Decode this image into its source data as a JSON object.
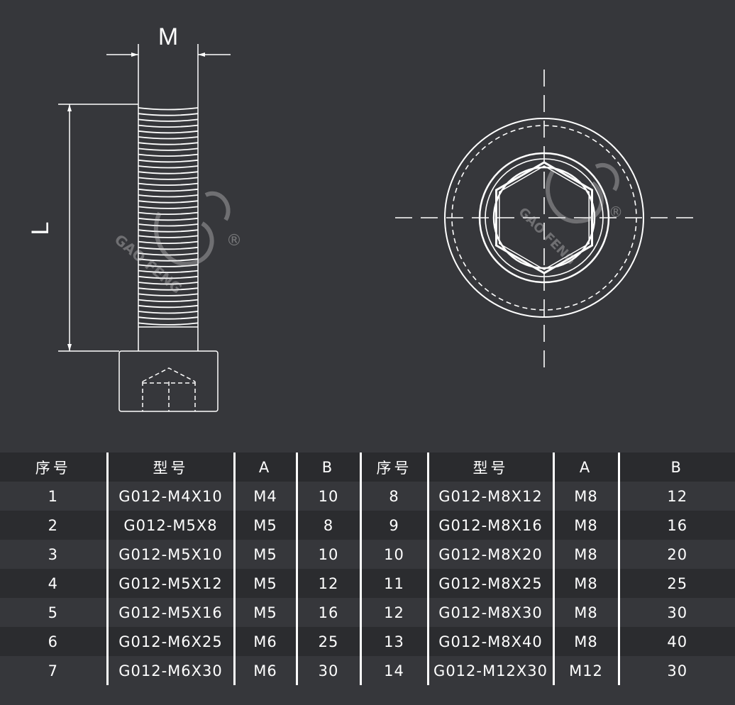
{
  "drawing": {
    "label_m": "M",
    "label_l": "L",
    "watermark_brand": "GAO FENG",
    "watermark_reg": "®",
    "line_color": "#ffffff",
    "background_color": "#36373b"
  },
  "table": {
    "headers": [
      "序号",
      "型号",
      "A",
      "B",
      "序号",
      "型号",
      "A",
      "B"
    ],
    "rows": [
      [
        "1",
        "G012-M4X10",
        "M4",
        "10",
        "8",
        "G012-M8X12",
        "M8",
        "12"
      ],
      [
        "2",
        "G012-M5X8",
        "M5",
        "8",
        "9",
        "G012-M8X16",
        "M8",
        "16"
      ],
      [
        "3",
        "G012-M5X10",
        "M5",
        "10",
        "10",
        "G012-M8X20",
        "M8",
        "20"
      ],
      [
        "4",
        "G012-M5X12",
        "M5",
        "12",
        "11",
        "G012-M8X25",
        "M8",
        "25"
      ],
      [
        "5",
        "G012-M5X16",
        "M5",
        "16",
        "12",
        "G012-M8X30",
        "M8",
        "30"
      ],
      [
        "6",
        "G012-M6X25",
        "M6",
        "25",
        "13",
        "G012-M8X40",
        "M8",
        "40"
      ],
      [
        "7",
        "G012-M6X30",
        "M6",
        "30",
        "14",
        "G012-M12X30",
        "M12",
        "30"
      ]
    ]
  }
}
